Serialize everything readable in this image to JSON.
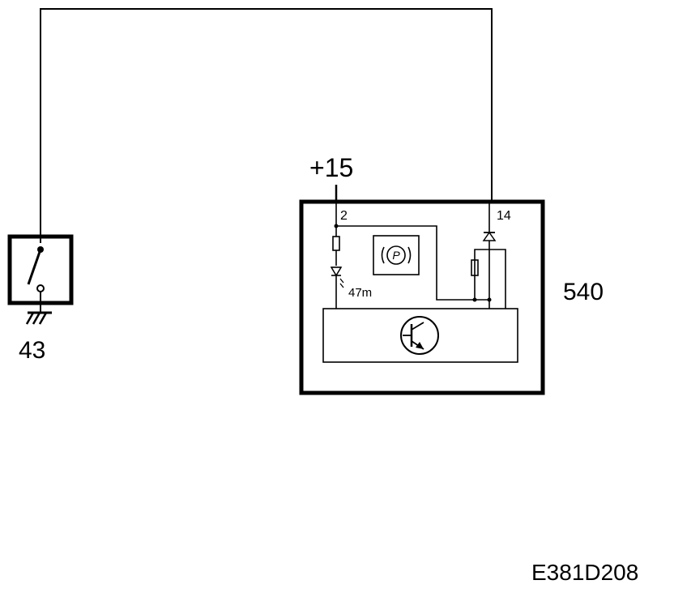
{
  "diagram": {
    "supply_label": "+15",
    "switch_label": "43",
    "module_label": "540",
    "pin_supply": "2",
    "pin_signal": "14",
    "resistor_value": "47m",
    "parking_symbol": "P",
    "figure_code": "E381D208"
  }
}
